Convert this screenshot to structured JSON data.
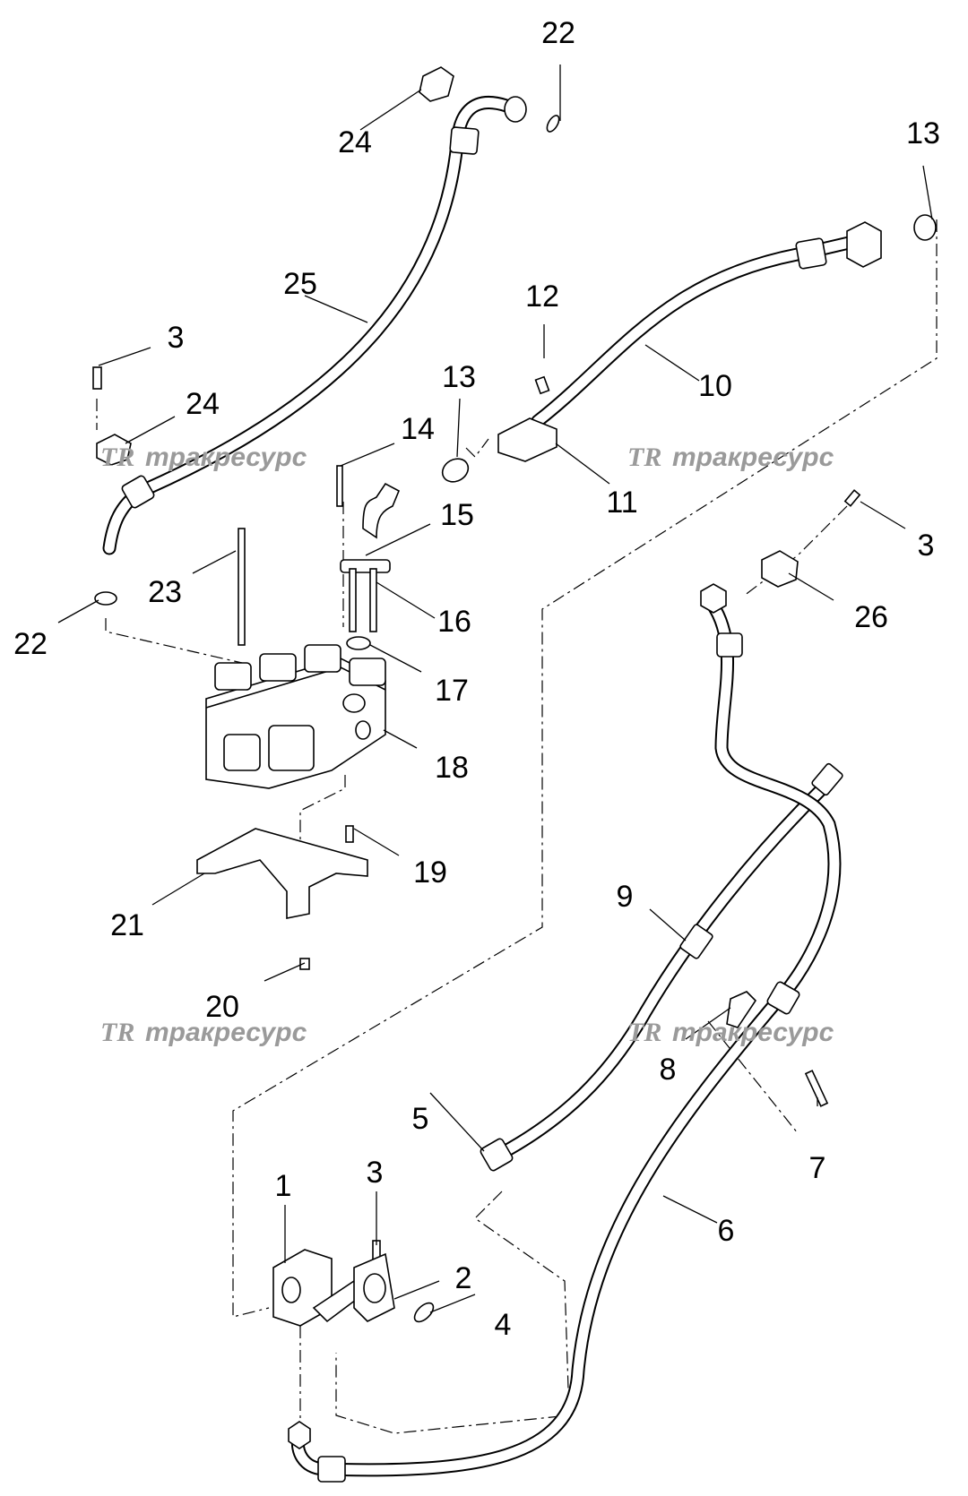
{
  "diagram": {
    "watermark": "тракресурс",
    "watermark_logo": "TR",
    "callouts": [
      "22",
      "24",
      "13",
      "25",
      "12",
      "3",
      "13",
      "10",
      "24",
      "14",
      "11",
      "15",
      "3",
      "23",
      "22",
      "16",
      "26",
      "17",
      "18",
      "19",
      "21",
      "9",
      "20",
      "8",
      "5",
      "7",
      "1",
      "3",
      "2",
      "4",
      "6"
    ]
  }
}
